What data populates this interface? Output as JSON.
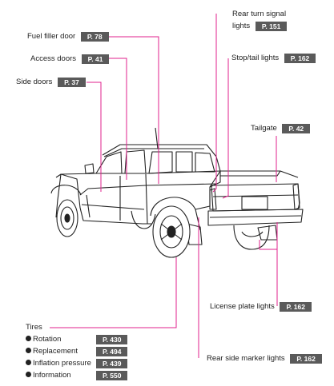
{
  "callouts": {
    "fuel_filler_door": {
      "label": "Fuel filler door",
      "page": "P. 78"
    },
    "access_doors": {
      "label": "Access doors",
      "page": "P. 41"
    },
    "side_doors": {
      "label": "Side doors",
      "page": "P. 37"
    },
    "rear_turn_signal": {
      "label_line1": "Rear turn signal",
      "label_line2": "lights",
      "page": "P. 151"
    },
    "stop_tail_lights": {
      "label": "Stop/tail lights",
      "page": "P. 162"
    },
    "tailgate": {
      "label": "Tailgate",
      "page": "P. 42"
    },
    "license_plate_lights": {
      "label": "License plate lights",
      "page": "P. 162"
    },
    "rear_side_marker_lights": {
      "label": "Rear side marker lights",
      "page": "P. 162"
    }
  },
  "tires": {
    "title": "Tires",
    "items": [
      {
        "label": "Rotation",
        "page": "P. 430"
      },
      {
        "label": "Replacement",
        "page": "P. 494"
      },
      {
        "label": "Inflation pressure",
        "page": "P. 439"
      },
      {
        "label": "Information",
        "page": "P. 550"
      }
    ]
  },
  "colors": {
    "leader_line": "#e0228c",
    "page_badge": "#5a5a5a",
    "outline": "#222222"
  }
}
